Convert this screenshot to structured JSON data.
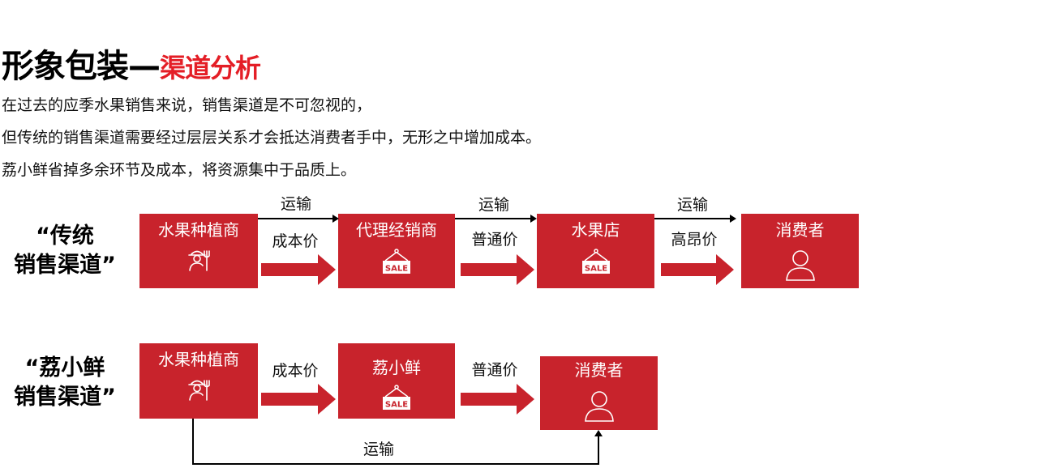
{
  "title": {
    "main": "形象包装",
    "dash": "—",
    "accent": "渠道分析"
  },
  "paragraphs": [
    "在过去的应季水果销售来说，销售渠道是不可忽视的，",
    "但传统的销售渠道需要经过层层关系才会抵达消费者手中，无形之中增加成本。",
    "荔小鲜省掉多余环节及成本，将资源集中于品质上。"
  ],
  "traditional": {
    "label_line1": "“传统",
    "label_line2": "销售渠道”",
    "nodes": [
      {
        "label": "水果种植商",
        "icon": "farmer-icon"
      },
      {
        "label": "代理经销商",
        "icon": "sale-sign-icon",
        "sign": "SALE"
      },
      {
        "label": "水果店",
        "icon": "sale-sign-icon",
        "sign": "SALE"
      },
      {
        "label": "消费者",
        "icon": "person-icon"
      }
    ],
    "links": [
      {
        "transport": "运输",
        "price": "成本价"
      },
      {
        "transport": "运输",
        "price": "普通价"
      },
      {
        "transport": "运输",
        "price": "高昂价"
      }
    ]
  },
  "lixiaoxian": {
    "label_line1": "“荔小鲜",
    "label_line2": "销售渠道”",
    "nodes": [
      {
        "label": "水果种植商",
        "icon": "farmer-icon"
      },
      {
        "label": "荔小鲜",
        "icon": "sale-sign-icon",
        "sign": "SALE"
      },
      {
        "label": "消费者",
        "icon": "person-icon"
      }
    ],
    "links": [
      {
        "price": "成本价"
      },
      {
        "price": "普通价"
      }
    ],
    "transport": "运输"
  },
  "colors": {
    "box_red": "#c8232c",
    "accent_red": "#e41e26",
    "arrow_red": "#c8232c",
    "text": "#111111"
  }
}
